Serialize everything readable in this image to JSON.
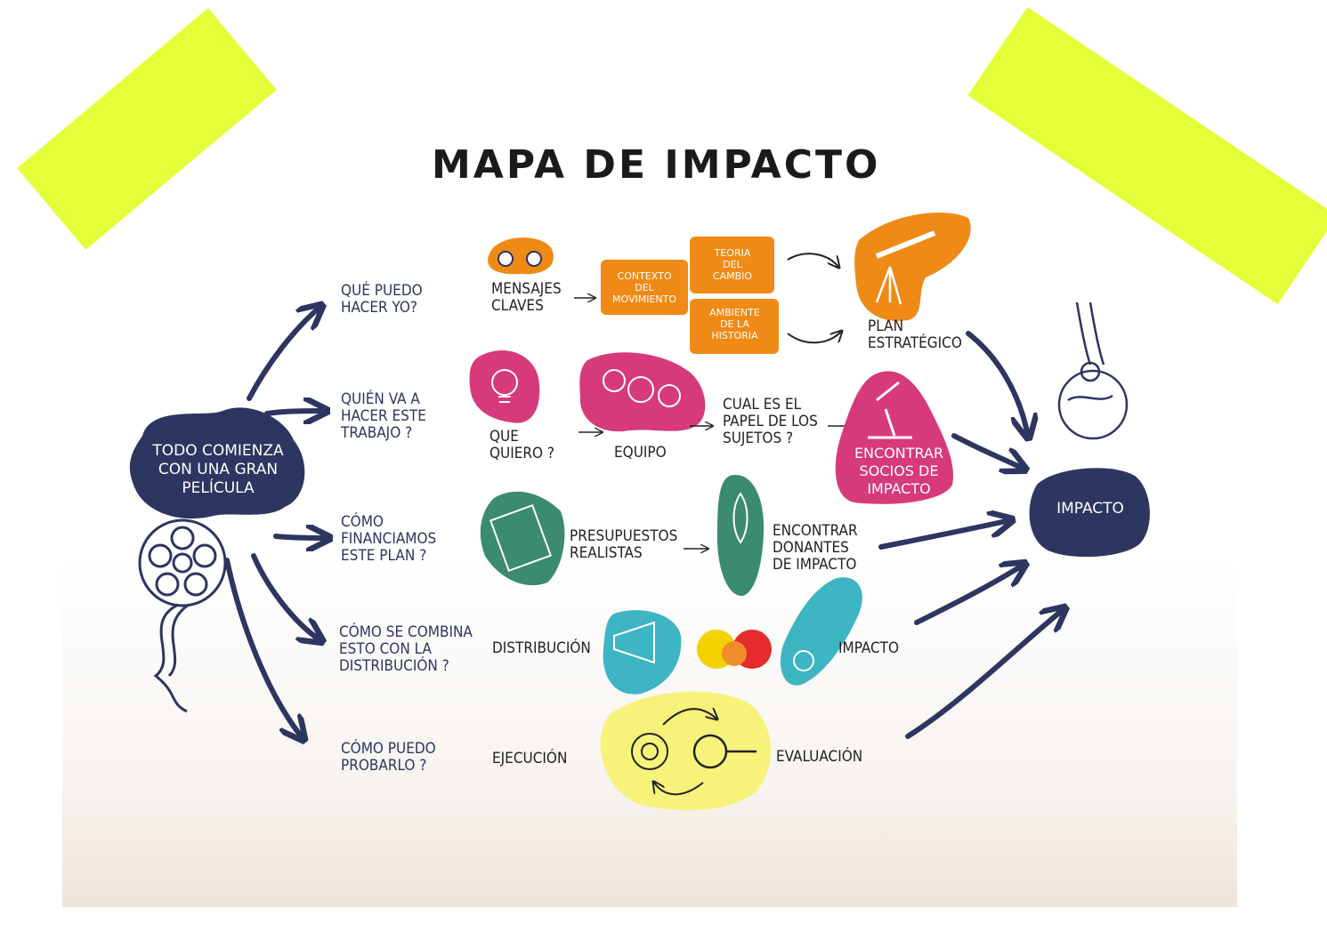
{
  "title": "MAPA DE IMPACTO",
  "colors": {
    "navy": "#2d3561",
    "orange": "#ef8a17",
    "magenta": "#d63a7a",
    "green": "#3b8a72",
    "teal": "#3db5c2",
    "yellow": "#f7f27a",
    "tape": "#e4ff3a"
  },
  "start": "TODO COMIENZA CON UNA GRAN PELÍCULA",
  "questions": [
    "QUÉ PUEDO\nHACER YO?",
    "QUIÉN VA A\nHACER ESTE\nTRABAJO ?",
    "CÓMO\nFINANCIAMOS\nESTE PLAN ?",
    "CÓMO SE COMBINA\nESTO CON LA\nDISTRIBUCIÓN ?",
    "CÓMO PUEDO\nPROBARLO ?"
  ],
  "row1": {
    "mensajes": "MENSAJES\nCLAVES",
    "contexto": "CONTEXTO\nDEL\nMOVIMIENTO",
    "teoria": "TEORIA\nDEL\nCAMBIO",
    "ambiente": "AMBIENTE\nDE LA\nHISTORIA",
    "plan": "PLAN\nESTRATÉGICO"
  },
  "row2": {
    "que_quiero": "QUE\nQUIERO ?",
    "equipo": "EQUIPO",
    "papel": "CUAL ES EL\nPAPEL DE LOS\nSUJETOS ?",
    "socios": "ENCONTRAR\nSOCIOS DE\nIMPACTO"
  },
  "row3": {
    "presupuestos": "PRESUPUESTOS\nREALISTAS",
    "donantes": "ENCONTRAR\nDONANTES\nDE IMPACTO"
  },
  "row4": {
    "distribucion": "DISTRIBUCIÓN",
    "impacto": "IMPACTO"
  },
  "row5": {
    "ejecucion": "EJECUCIÓN",
    "evaluacion": "EVALUACIÓN"
  },
  "goal": "IMPACTO",
  "icons": [
    "film-reel-icon",
    "binoculars-icon",
    "telescope-icon",
    "lightbulb-icon",
    "people-heads-icon",
    "microscope-icon",
    "clipboard-icon",
    "rocket-icon",
    "megaphone-icon",
    "sun-burst-icon",
    "comet-icon",
    "gear-icon",
    "magnifier-icon",
    "meteor-earth-icon"
  ]
}
